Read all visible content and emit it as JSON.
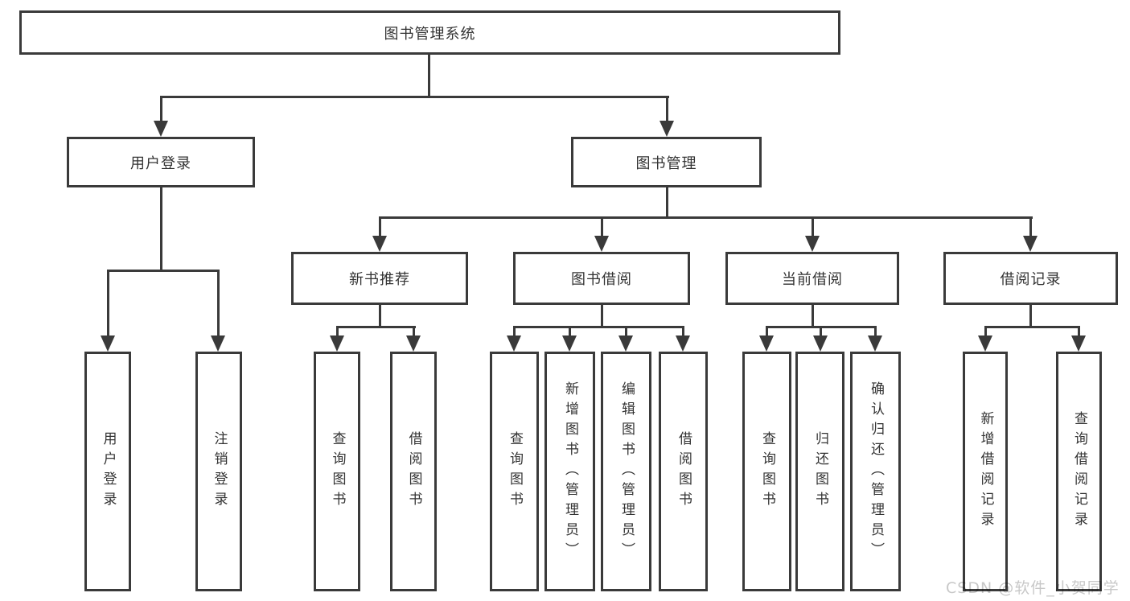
{
  "tree": {
    "label": "图书管理系统",
    "children": [
      {
        "label": "用户登录",
        "children": [
          {
            "label": "用户登录"
          },
          {
            "label": "注销登录"
          }
        ]
      },
      {
        "label": "图书管理",
        "children": [
          {
            "label": "新书推荐",
            "children": [
              {
                "label": "查询图书"
              },
              {
                "label": "借阅图书"
              }
            ]
          },
          {
            "label": "图书借阅",
            "children": [
              {
                "label": "查询图书"
              },
              {
                "label": "新增图书（管理员）"
              },
              {
                "label": "编辑图书（管理员）"
              },
              {
                "label": "借阅图书"
              }
            ]
          },
          {
            "label": "当前借阅",
            "children": [
              {
                "label": "查询图书"
              },
              {
                "label": "归还图书"
              },
              {
                "label": "确认归还（管理员）"
              }
            ]
          },
          {
            "label": "借阅记录",
            "children": [
              {
                "label": "新增借阅记录"
              },
              {
                "label": "查询借阅记录"
              }
            ]
          }
        ]
      }
    ]
  },
  "watermark": {
    "text": "CSDN @软件_小贺同学"
  },
  "colors": {
    "line": "#3a3a3a",
    "text": "#333333",
    "watermark": "#c8c8c8",
    "background": "#ffffff"
  }
}
